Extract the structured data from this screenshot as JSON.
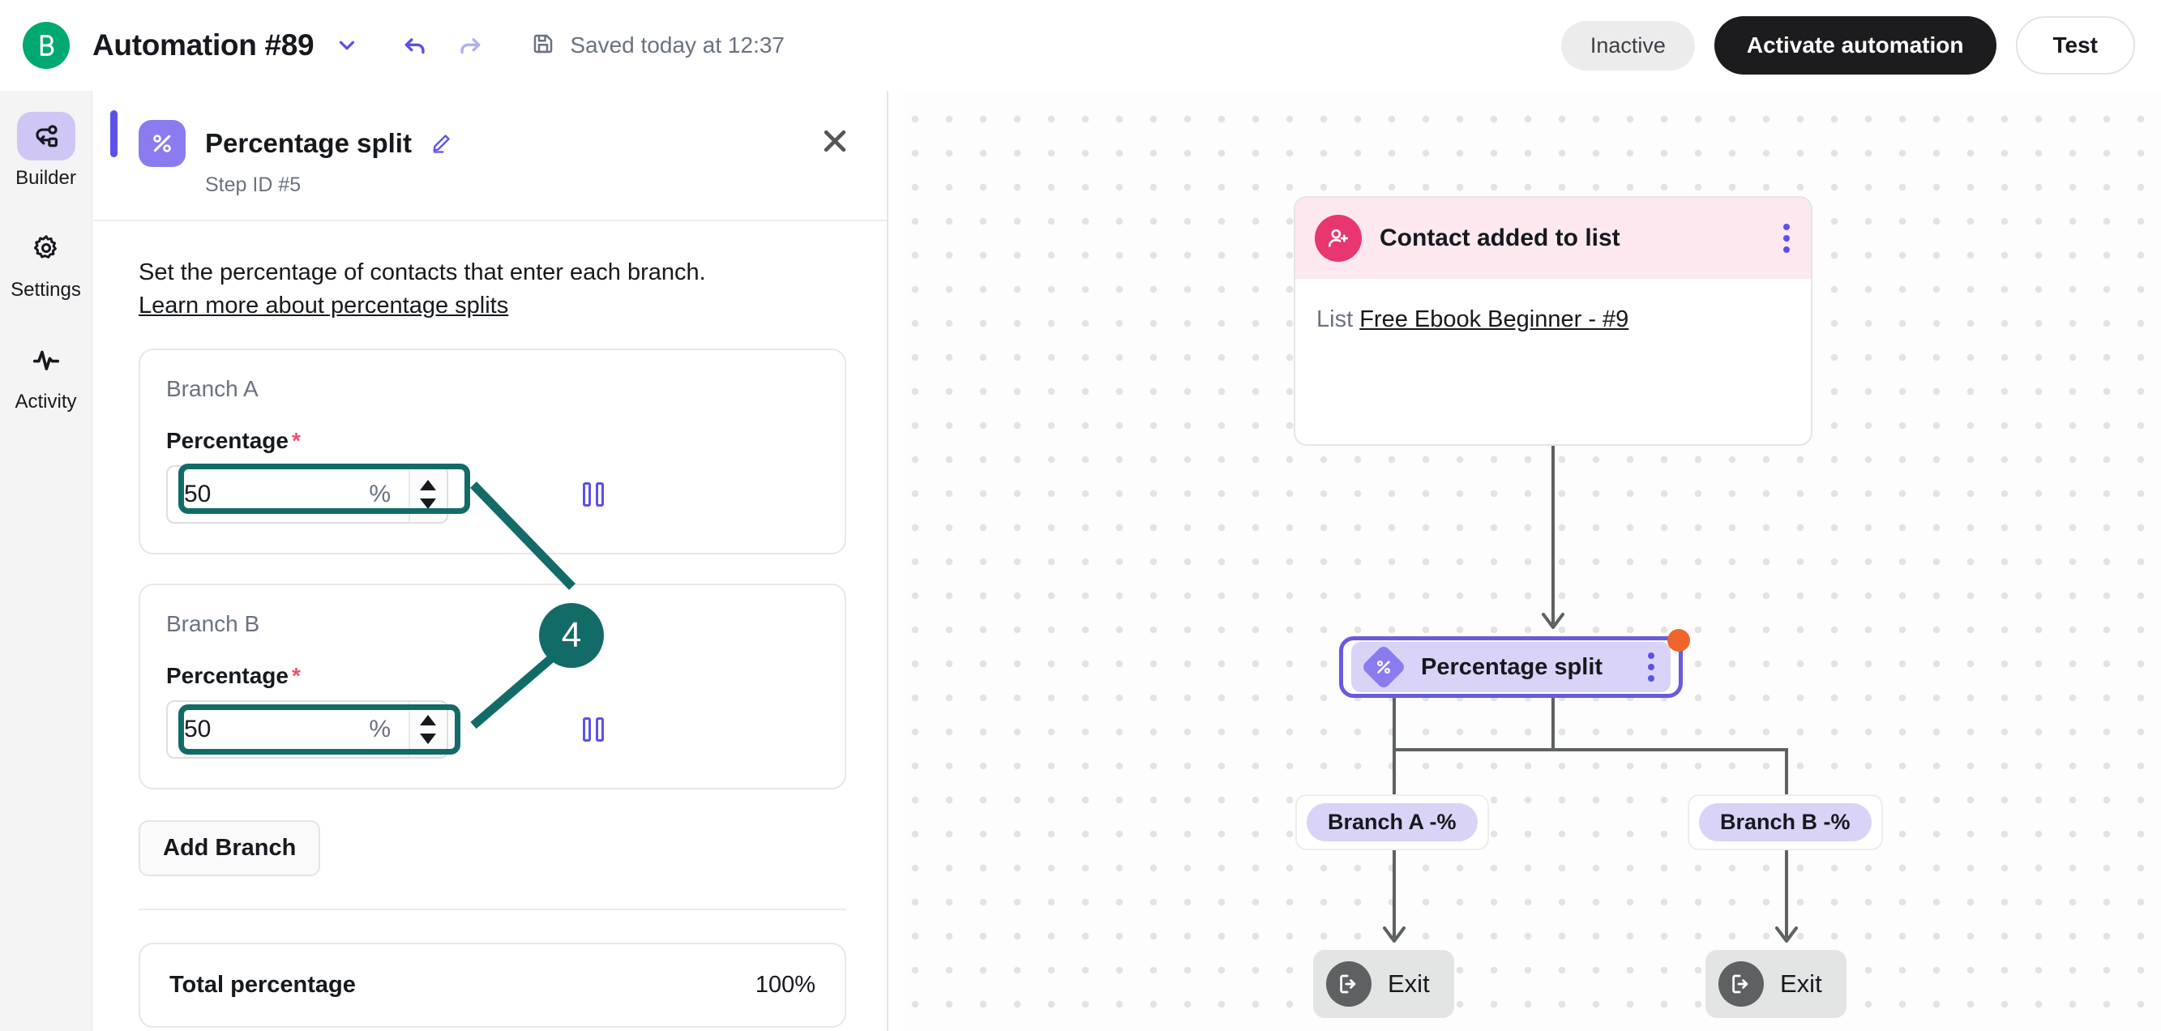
{
  "topbar": {
    "logo_icon": "brand-b-logo",
    "title": "Automation #89",
    "chevron_icon": "chevron-down-icon",
    "undo_icon": "undo-arrow-icon",
    "redo_icon": "redo-arrow-icon",
    "save_icon": "floppy-disk-save-icon",
    "saved_text": "Saved today at 12:37",
    "status_pill": "Inactive",
    "activate_label": "Activate automation",
    "test_label": "Test"
  },
  "rail": {
    "items": [
      {
        "label": "Builder",
        "icon": "workflow-nodes-icon",
        "active": true
      },
      {
        "label": "Settings",
        "icon": "gear-icon",
        "active": false
      },
      {
        "label": "Activity",
        "icon": "pulse-activity-icon",
        "active": false
      }
    ]
  },
  "panel": {
    "step_icon": "percent-icon",
    "title": "Percentage split",
    "edit_icon": "pencil-edit-icon",
    "step_id": "Step ID #5",
    "close_icon": "close-x-icon",
    "description": "Set the percentage of contacts that enter each branch.",
    "learn_more": "Learn more about percentage splits",
    "branches": [
      {
        "name": "Branch A",
        "field_label": "Percentage",
        "required_mark": "*",
        "value": "50",
        "unit": "%",
        "split_icon": "two-columns-icon"
      },
      {
        "name": "Branch B",
        "field_label": "Percentage",
        "required_mark": "*",
        "value": "50",
        "unit": "%",
        "split_icon": "two-columns-icon"
      }
    ],
    "add_branch_label": "Add Branch",
    "total_label": "Total percentage",
    "total_value": "100%"
  },
  "canvas": {
    "trigger": {
      "icon": "add-contact-icon",
      "title": "Contact added to list",
      "kebab_icon": "more-vertical-icon",
      "field_label": "List",
      "field_value": "Free Ebook Beginner - #9"
    },
    "split_step": {
      "icon": "percent-diamond-icon",
      "label": "Percentage split",
      "kebab_icon": "more-vertical-icon",
      "badge_icon": "unsaved-dot-indicator"
    },
    "branch_chips": [
      {
        "label": "Branch A -%"
      },
      {
        "label": "Branch B -%"
      }
    ],
    "exits": [
      {
        "icon": "exit-door-icon",
        "label": "Exit"
      },
      {
        "icon": "exit-door-icon",
        "label": "Exit"
      }
    ]
  },
  "annotation": {
    "marker_number": "4",
    "color": "#136b68"
  }
}
